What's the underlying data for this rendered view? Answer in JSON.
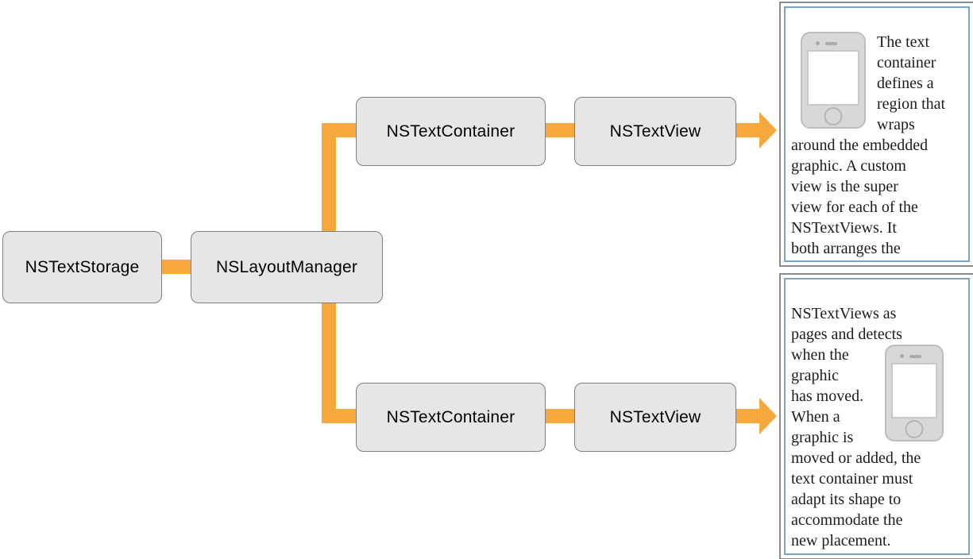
{
  "colors": {
    "connector_orange": "#F6A83C",
    "node_fill": "#E6E6E6",
    "node_border": "#7F7F7F",
    "node_text": "#000000",
    "panel_outer_border": "#8A8A8A",
    "panel_inner_border": "#7BA5C6",
    "panel_text": "#1C1C1C",
    "phone_fill": "#D8D8D8",
    "phone_stroke": "#BDBDBD",
    "background": "#FFFFFF"
  },
  "diagram": {
    "nodes": {
      "text_storage": {
        "label": "NSTextStorage"
      },
      "layout_manager": {
        "label": "NSLayoutManager"
      },
      "text_container_top": {
        "label": "NSTextContainer"
      },
      "text_view_top": {
        "label": "NSTextView"
      },
      "text_container_bottom": {
        "label": "NSTextContainer"
      },
      "text_view_bottom": {
        "label": "NSTextView"
      }
    },
    "panels": {
      "top": {
        "graphic": "iphone-icon",
        "text_lines": [
          "The text",
          "container",
          "defines a",
          "region that",
          "wraps",
          "around the embedded",
          "graphic. A custom",
          "view is the super",
          "view for each of the",
          "NSTextViews. It",
          "both arranges the"
        ]
      },
      "bottom": {
        "graphic": "iphone-icon",
        "text_lines_before_graphic": [
          "NSTextViews as",
          "pages and detects"
        ],
        "text_lines_after_graphic": [
          "when the",
          "graphic",
          "has moved.",
          "When a",
          "graphic is",
          "moved or added, the",
          "text container must",
          "adapt its shape to",
          "accommodate the",
          "new placement."
        ]
      }
    }
  }
}
